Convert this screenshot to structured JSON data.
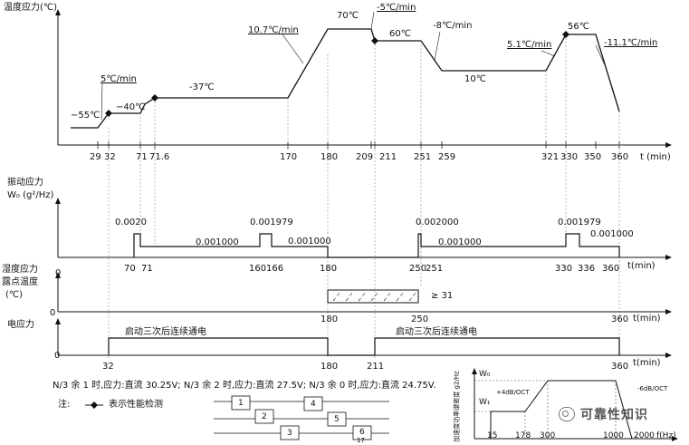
{
  "temperature": {
    "ylabel": "温度应力(℃)",
    "t_unit": "t (min)",
    "ticks": [
      "29",
      "32",
      "71",
      "71.6",
      "170",
      "180",
      "209",
      "211",
      "251",
      "259",
      "321",
      "330",
      "350",
      "360"
    ],
    "levels": [
      "−55℃",
      "−40℃",
      "-37℃",
      "70℃",
      "60℃",
      "10℃",
      "56℃"
    ],
    "rates": [
      "5℃/min",
      "10.7℃/min",
      "-5℃/min",
      "-8℃/min",
      "5.1℃/min",
      "-11.1℃/min"
    ]
  },
  "vibration": {
    "label1": "振动应力",
    "label2": "W₀ (g²/Hz)",
    "zero": "0",
    "t_unit": "t(min)",
    "ticks": [
      "70",
      "71",
      "160",
      "166",
      "180",
      "250",
      "251",
      "330",
      "336",
      "360"
    ],
    "peaks": [
      "0.0020",
      "0.001979",
      "0.002000",
      "0.001979"
    ],
    "bases": [
      "0.001000",
      "0.001000",
      "0.001000",
      "0.001000"
    ]
  },
  "humidity": {
    "label1": "湿度应力",
    "label2": "露点温度",
    "label3": "(℃)",
    "zero": "0",
    "t_unit": "t(min)",
    "ticks": [
      "180",
      "250",
      "360"
    ],
    "value": "≥ 31"
  },
  "electric": {
    "label": "电应力",
    "zero": "0",
    "t_unit": "t(min)",
    "ticks": [
      "32",
      "180",
      "211",
      "360"
    ],
    "on_text": [
      "启动三次后连续通电",
      "启动三次后连续通电"
    ],
    "note": "N/3 余 1 时,应力:直流 30.25V; N/3 余 2 时,应力:直流 27.5V; N/3 余 0 时,应力:直流 24.75V."
  },
  "legend": {
    "prefix": "注:",
    "text": "表示性能检测"
  },
  "flow_boxes": [
    "1",
    "2",
    "3",
    "4",
    "5",
    "6",
    "17"
  ],
  "psd": {
    "ylabel": "加速度功率谱密度 g2/Hz",
    "w0": "W₀",
    "w1": "W₁",
    "slope_up": "+4dB/OCT",
    "slope_down": "-6dB/OCT",
    "x_ticks": [
      "15",
      "178",
      "300",
      "1000",
      "2000"
    ],
    "x_unit": "f(Hz)"
  },
  "watermark": "可靠性知识"
}
